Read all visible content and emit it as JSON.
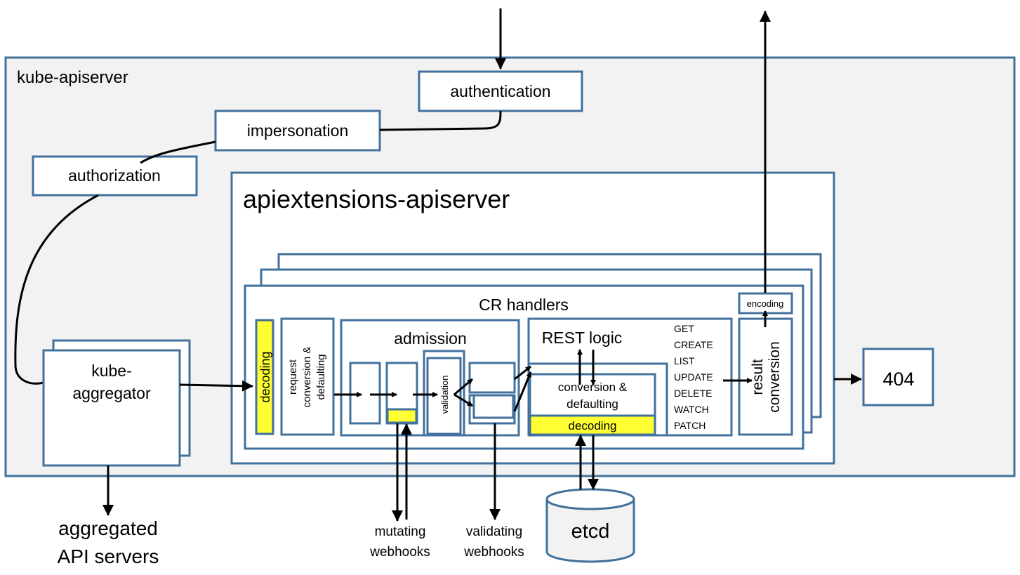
{
  "labels": {
    "kube_apiserver": "kube-apiserver",
    "authentication": "authentication",
    "impersonation": "impersonation",
    "authorization": "authorization",
    "apiextensions_apiserver": "apiextensions-apiserver",
    "cr_handlers": "CR handlers",
    "encoding": "encoding",
    "decoding": "decoding",
    "request_conversion_line1": "request",
    "request_conversion_line2": "conversion &",
    "request_conversion_line3": "defaulting",
    "admission": "admission",
    "validation": "validation",
    "rest_logic": "REST logic",
    "conversion_defaulting_line1": "conversion &",
    "conversion_defaulting_line2": "defaulting",
    "inner_decoding": "decoding",
    "verbs": [
      "GET",
      "CREATE",
      "LIST",
      "UPDATE",
      "DELETE",
      "WATCH",
      "PATCH"
    ],
    "result_line1": "result",
    "result_line2": "conversion",
    "not_found": "404",
    "kube_aggregator_line1": "kube-",
    "kube_aggregator_line2": "aggregator",
    "aggregated_line1": "aggregated",
    "aggregated_line2": "API servers",
    "mutating_line1": "mutating",
    "mutating_line2": "webhooks",
    "validating_line1": "validating",
    "validating_line2": "webhooks",
    "etcd": "etcd"
  },
  "colors": {
    "border": "#41719c",
    "panel": "#f2f2f2",
    "highlight": "#ffff33"
  }
}
